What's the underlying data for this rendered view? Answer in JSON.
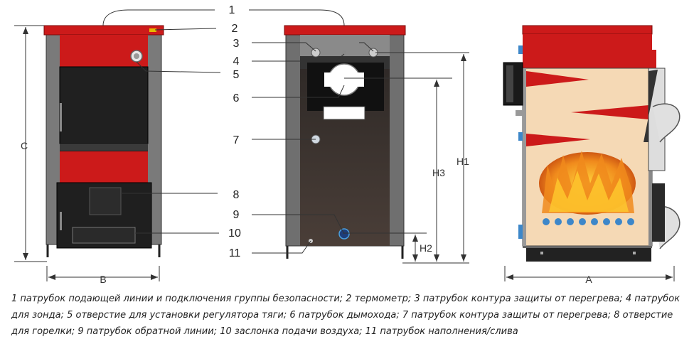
{
  "callouts": [
    "1",
    "2",
    "3",
    "4",
    "5",
    "6",
    "7",
    "8",
    "9",
    "10",
    "11"
  ],
  "dims": {
    "C": "C",
    "B": "B",
    "H1": "H1",
    "H2": "H2",
    "H3": "H3",
    "A": "A"
  },
  "caption": "1 патрубок подающей линии и подключения группы безопасности; 2 термометр; 3 патрубок контура защиты от перегрева; 4 патрубок для зонда; 5 отверстие для установки регулятора тяги; 6 патрубок дымохода; 7 патрубок контура защиты от перегрева; 8 отверстие для горелки; 9 патрубок обратной линии; 10 заслонка подачи воздуха; 11 патрубок наполнения/слива",
  "colors": {
    "red": "#cc1a1a",
    "dark": "#222222",
    "grey": "#6e6e6e",
    "fire": "#e86a0c",
    "water": "#3d87c9",
    "body": "#f5d9b5"
  }
}
